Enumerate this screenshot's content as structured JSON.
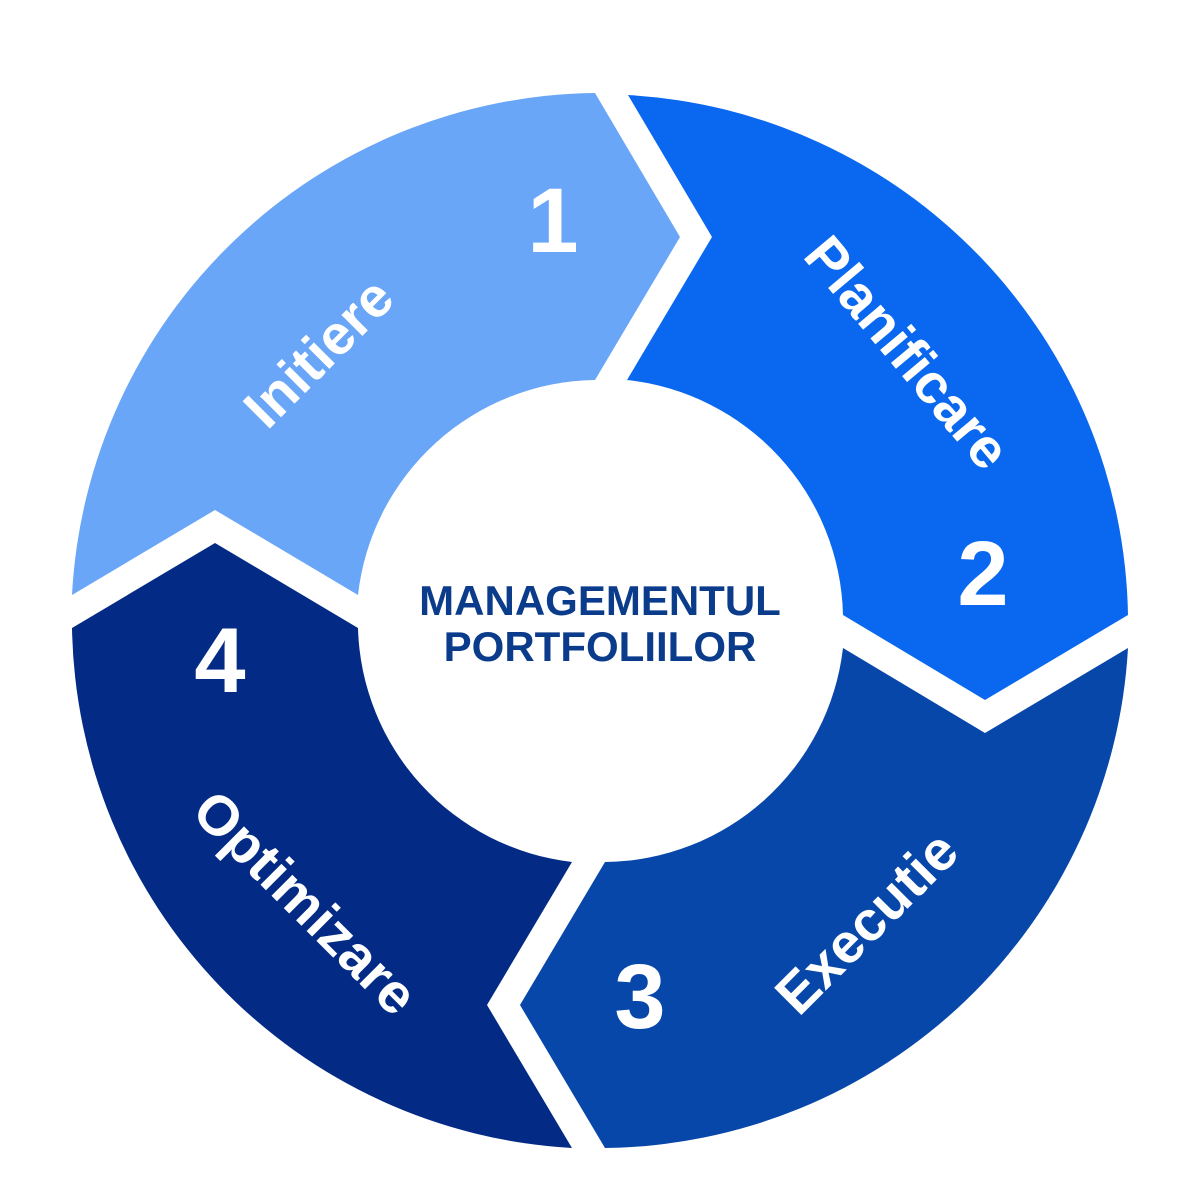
{
  "title": [
    "MANAGEMENTUL",
    "PORTFOLIILOR"
  ],
  "colors": {
    "center_text": "#0b3c8c",
    "background": "#ffffff"
  },
  "steps": [
    {
      "number": "1",
      "label": "Initiere",
      "color": "#6aa6f8"
    },
    {
      "number": "2",
      "label": "Planificare",
      "color": "#0a68f0"
    },
    {
      "number": "3",
      "label": "Executie",
      "color": "#0747aa"
    },
    {
      "number": "4",
      "label": "Optimizare",
      "color": "#032b85"
    }
  ]
}
